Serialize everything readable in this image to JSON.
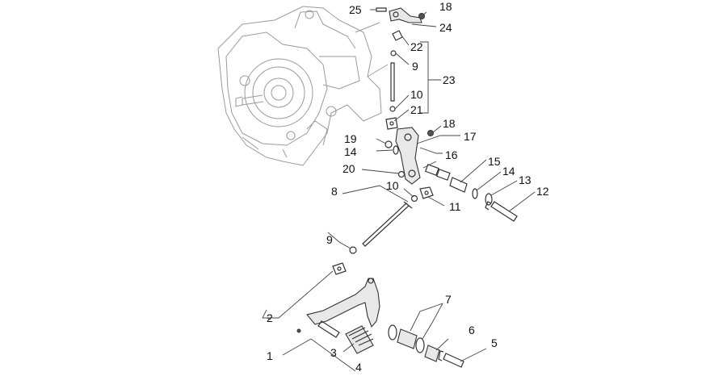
{
  "callouts": [
    {
      "id": "c25",
      "label": "25"
    },
    {
      "id": "c18a",
      "label": "18"
    },
    {
      "id": "c24",
      "label": "24"
    },
    {
      "id": "c22",
      "label": "22"
    },
    {
      "id": "c9a",
      "label": "9"
    },
    {
      "id": "c23",
      "label": "23"
    },
    {
      "id": "c10a",
      "label": "10"
    },
    {
      "id": "c21",
      "label": "21"
    },
    {
      "id": "c18b",
      "label": "18"
    },
    {
      "id": "c17",
      "label": "17"
    },
    {
      "id": "c19",
      "label": "19"
    },
    {
      "id": "c14a",
      "label": "14"
    },
    {
      "id": "c16",
      "label": "16"
    },
    {
      "id": "c15",
      "label": "15"
    },
    {
      "id": "c14b",
      "label": "14"
    },
    {
      "id": "c13",
      "label": "13"
    },
    {
      "id": "c12",
      "label": "12"
    },
    {
      "id": "c20",
      "label": "20"
    },
    {
      "id": "c8",
      "label": "8"
    },
    {
      "id": "c10b",
      "label": "10"
    },
    {
      "id": "c11",
      "label": "11"
    },
    {
      "id": "c9b",
      "label": "9"
    },
    {
      "id": "c7",
      "label": "7"
    },
    {
      "id": "c2",
      "label": "2"
    },
    {
      "id": "c6",
      "label": "6"
    },
    {
      "id": "c5",
      "label": "5"
    },
    {
      "id": "c3",
      "label": "3"
    },
    {
      "id": "c1",
      "label": "1"
    },
    {
      "id": "c4",
      "label": "4"
    }
  ]
}
